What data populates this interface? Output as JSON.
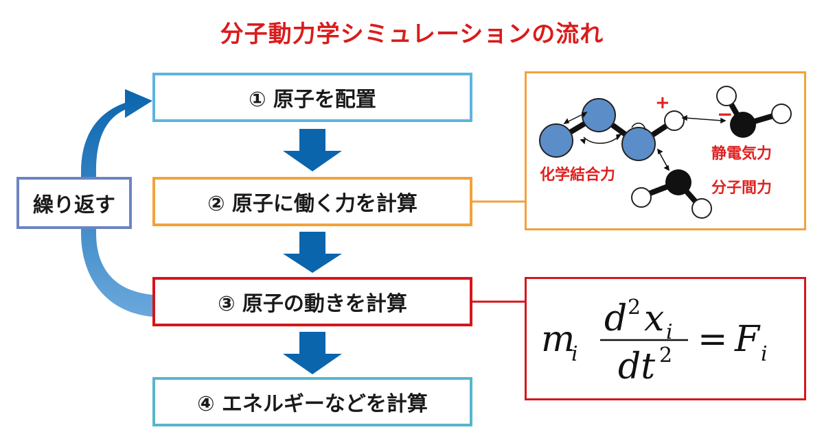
{
  "title": "分子動力学シミュレーションの流れ",
  "repeat_label": "繰り返す",
  "steps": [
    {
      "label": "① 原子を配置"
    },
    {
      "label": "② 原子に働く力を計算"
    },
    {
      "label": "③ 原子の動きを計算"
    },
    {
      "label": "④ エネルギーなどを計算"
    }
  ],
  "molecule_panel": {
    "plus_sign": "+",
    "minus_sign": "−",
    "label_bond": "化学結合力",
    "label_electrostatic": "静電気力",
    "label_intermolecular": "分子間力"
  },
  "equation": {
    "m": "m",
    "sub_i": "i",
    "d": "d",
    "sup_2": "2",
    "x": "x",
    "dt": "dt",
    "equals": "=",
    "F": "F"
  },
  "colors": {
    "title": "#d91c1c",
    "arrow_blue": "#0a65ad",
    "loop_blue_light": "#5a9fd6",
    "step1_border": "#5cb4df",
    "step2_border": "#f1a23c",
    "step3_border": "#d4161c",
    "step4_border": "#56b7cc",
    "repeat_border": "#6b84c2",
    "atom_blue": "#5b8ec9",
    "atom_black": "#111111",
    "label_red": "#e02020"
  }
}
